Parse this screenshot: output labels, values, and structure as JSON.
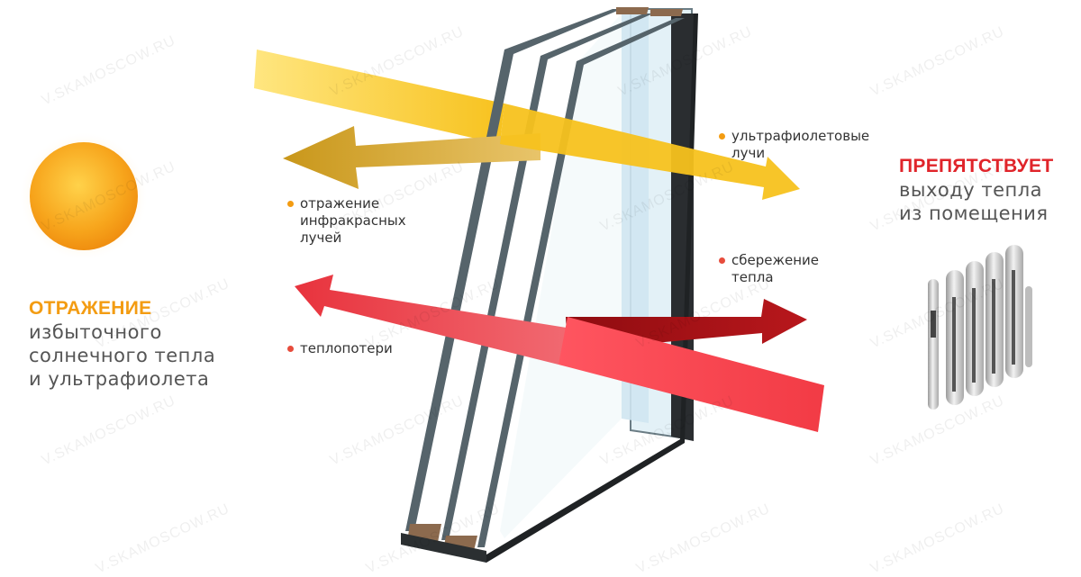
{
  "left_block": {
    "heading": "ОТРАЖЕНИЕ",
    "line1": "избыточного",
    "line2": "солнечного тепла",
    "line3": "и ультрафиолета",
    "accent_color": "#f39c12"
  },
  "right_block": {
    "heading": "ПРЕПЯТСТВУЕТ",
    "line1": "выходу тепла",
    "line2": "из помещения",
    "accent_color": "#e0242a"
  },
  "labels": {
    "ir_reflection": {
      "line1": "отражение",
      "line2": "инфракрасных",
      "line3": "лучей"
    },
    "uv_rays": {
      "line1": "ультрафиолетовые",
      "line2": "лучи"
    },
    "heat_saving": {
      "line1": "сбережение",
      "line2": "тепла"
    },
    "heat_loss": {
      "line1": "теплопотери"
    }
  },
  "watermark": "V.SKAMOSCOW.RU",
  "icons": [
    "sun-icon",
    "radiator-icon",
    "triple-glazed-window-illustration"
  ]
}
